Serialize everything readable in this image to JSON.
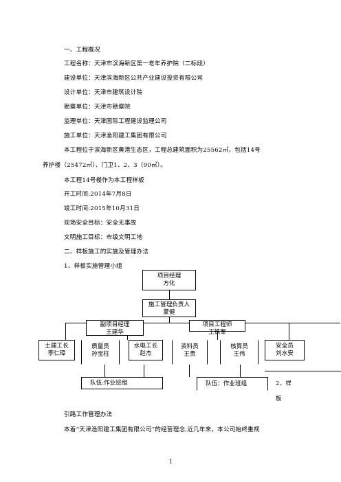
{
  "overview": {
    "heading": "一、工程概况",
    "project_name": "工程名称：天津市滨海新区第一老年养护院（二标段）",
    "builder": "建设单位：天津滨海新区公共产业建设投资有限公司",
    "designer": "设计单位：天津市建筑设计院",
    "surveyor": "勘察单位：天津市勘察院",
    "supervisor": "监理单位：天津国际工程建设监理公司",
    "constructor": "施工单位：天津渔阳建工集团有限公司",
    "location_line1": "本工程位于滨海新区黄港生态区，工程总建筑面积为25562㎡，包括14号",
    "location_line2": "养护楼（25472㎡）、门卫1、2、3（90㎡）。",
    "sample": "本工程14号楼作为本工程样板",
    "start": "开工时间:2014年7月8日",
    "end": "竣工时间:2015年10月31日",
    "safety": "现场安全目标：安全无事故",
    "civil": "文明施工目标：市级文明工地"
  },
  "section2": {
    "heading": "二、样板施工的实施及管理办法",
    "sub1": "1、样板实施管理小组"
  },
  "org": {
    "pm": [
      "项目经理",
      "方化"
    ],
    "mgr": [
      "施工管理负责人",
      "蒙健"
    ],
    "deputy": [
      "副项目经理",
      "王建华"
    ],
    "engineer": [
      "项目工程师",
      "王铁军"
    ],
    "civil_lead": [
      "土建工长",
      "李仁璋"
    ],
    "quality": [
      "质量员",
      "孙宝柱"
    ],
    "mep": [
      "水电工长",
      "赵杰"
    ],
    "docs": [
      "资料员",
      "王贵"
    ],
    "cost": [
      "核算员",
      "王伟"
    ],
    "safety": [
      "安全员",
      "刘水安"
    ],
    "team1": "队伍:作业班组",
    "team2": "队伍：作业班组"
  },
  "section2b": {
    "item2_a": "2、样",
    "item2_b": "板",
    "item2_c": "引路工作管理办法",
    "body": "本着“天津渔阳建工集团有限公司”的经营理念,近几年来，本公司始终重视"
  },
  "page_number": "1"
}
